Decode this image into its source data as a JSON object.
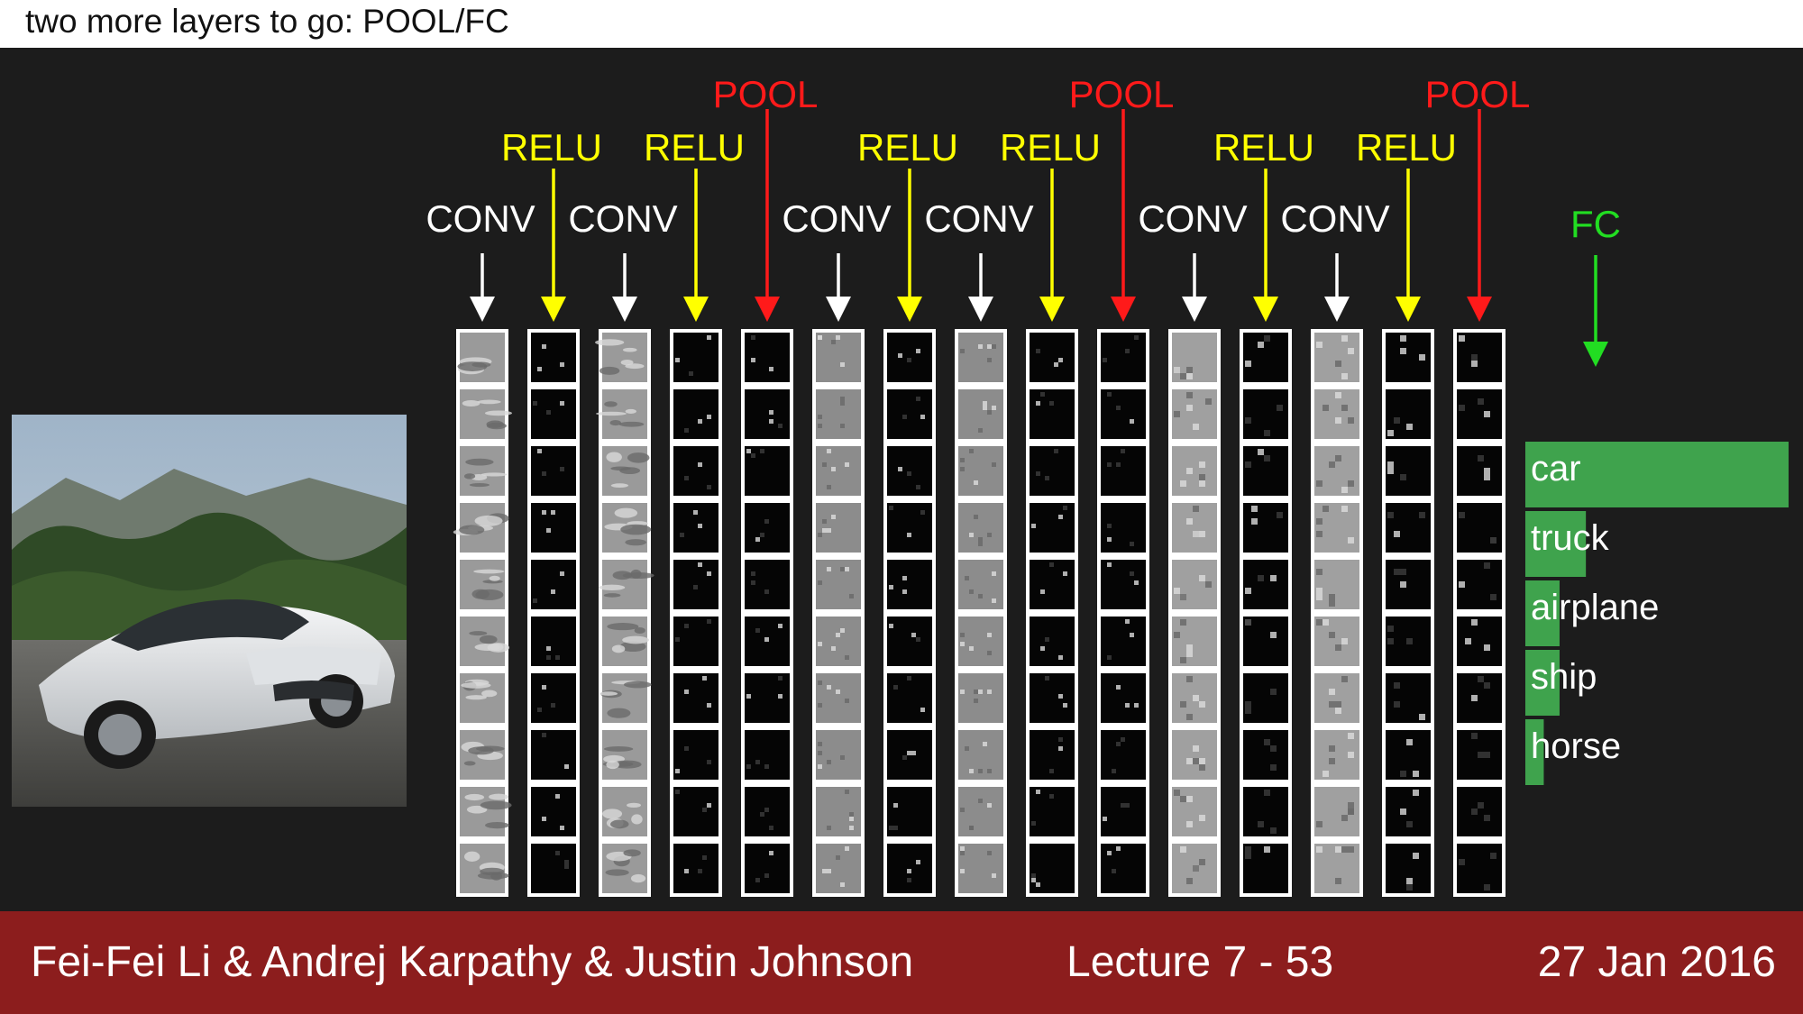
{
  "slide": {
    "title": "two more layers to go: POOL/FC",
    "colors": {
      "background": "#1c1c1c",
      "conv": "#ffffff",
      "relu": "#ffff00",
      "pool": "#ff1a1a",
      "fc": "#22dd22",
      "bar": "#3fa34d",
      "footer": "#8c1d1d"
    }
  },
  "layers": [
    {
      "label": "CONV",
      "type": "conv"
    },
    {
      "label": "RELU",
      "type": "relu"
    },
    {
      "label": "CONV",
      "type": "conv"
    },
    {
      "label": "RELU",
      "type": "relu"
    },
    {
      "label": "POOL",
      "type": "pool"
    },
    {
      "label": "CONV",
      "type": "conv"
    },
    {
      "label": "RELU",
      "type": "relu"
    },
    {
      "label": "CONV",
      "type": "conv"
    },
    {
      "label": "RELU",
      "type": "relu"
    },
    {
      "label": "POOL",
      "type": "pool"
    },
    {
      "label": "CONV",
      "type": "conv"
    },
    {
      "label": "RELU",
      "type": "relu"
    },
    {
      "label": "CONV",
      "type": "conv"
    },
    {
      "label": "RELU",
      "type": "relu"
    },
    {
      "label": "POOL",
      "type": "pool"
    }
  ],
  "fc": {
    "label": "FC"
  },
  "predictions": [
    {
      "label": "car",
      "score": 1.0
    },
    {
      "label": "truck",
      "score": 0.23
    },
    {
      "label": "airplane",
      "score": 0.13
    },
    {
      "label": "ship",
      "score": 0.13
    },
    {
      "label": "horse",
      "score": 0.07
    }
  ],
  "footer": {
    "authors": "Fei-Fei Li & Andrej Karpathy & Justin Johnson",
    "lecture": "Lecture 7 -  53",
    "date": "27 Jan 2016"
  }
}
